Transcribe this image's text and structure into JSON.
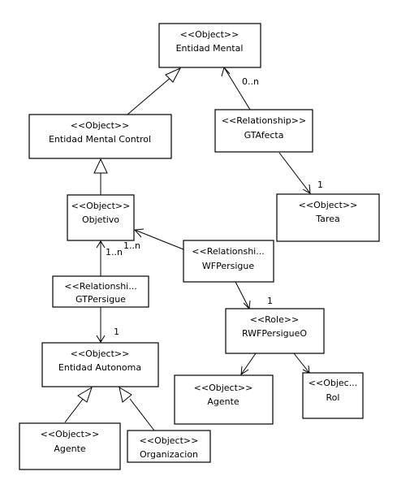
{
  "nodes": {
    "entidad_mental": {
      "stereotype": "<<Object>>",
      "name": "Entidad Mental"
    },
    "entidad_mental_control": {
      "stereotype": "<<Object>>",
      "name": "Entidad Mental Control"
    },
    "gtafecta": {
      "stereotype": "<<Relationship>>",
      "name": "GTAfecta"
    },
    "tarea": {
      "stereotype": "<<Object>>",
      "name": "Tarea"
    },
    "objetivo": {
      "stereotype": "<<Object>>",
      "name": "Objetivo"
    },
    "wfpersigue": {
      "stereotype": "<<Relationshi...",
      "name": "WFPersigue"
    },
    "gtpersigue": {
      "stereotype": "<<Relationshi...",
      "name": "GTPersigue"
    },
    "rwfpersigueo": {
      "stereotype": "<<Role>>",
      "name": "RWFPersigueO"
    },
    "entidad_autonoma": {
      "stereotype": "<<Object>>",
      "name": "Entidad Autonoma"
    },
    "agente_right": {
      "stereotype": "<<Object>>",
      "name": "Agente"
    },
    "rol": {
      "stereotype": "<<Objec...",
      "name": "Rol"
    },
    "agente_left": {
      "stereotype": "<<Object>>",
      "name": "Agente"
    },
    "organizacion": {
      "stereotype": "<<Object>>",
      "name": "Organizacion"
    }
  },
  "multiplicities": {
    "gtafecta_to_entidad_mental": "0..n",
    "gtafecta_to_tarea": "1",
    "wfpersigue_to_objetivo": "1..n",
    "gtpersigue_to_objetivo": "1..n",
    "wfpersigue_to_rwfpersigueo": "1",
    "gtpersigue_to_entidad_autonoma": "1"
  }
}
